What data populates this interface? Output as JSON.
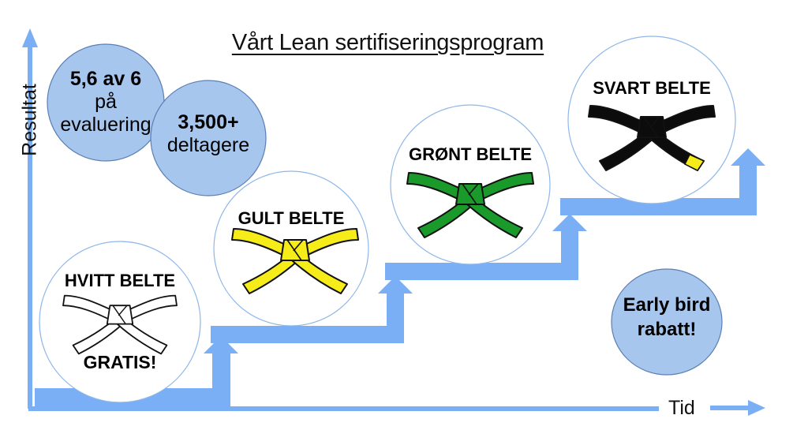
{
  "title": "Vårt Lean sertifiseringsprogram",
  "axes": {
    "y_label": "Resultat",
    "x_label": "Tid"
  },
  "stats": [
    {
      "lines": [
        "5,6 av 6",
        "på",
        "evaluering"
      ]
    },
    {
      "lines": [
        "3,500+",
        "deltagere"
      ]
    }
  ],
  "belts": [
    {
      "label": "HVITT BELTE",
      "sub": "GRATIS!",
      "color": "#ffffff"
    },
    {
      "label": "GULT BELTE",
      "color": "#f5ec19"
    },
    {
      "label": "GRØNT BELTE",
      "color": "#1b9a2c"
    },
    {
      "label": "SVART BELTE",
      "color": "#0c0c0c"
    }
  ],
  "promo": {
    "lines": [
      "Early bird",
      "rabatt!"
    ]
  },
  "colors": {
    "step": "#7aaef5",
    "circle_fill": "#ffffff",
    "circle_stroke": "#8fb7e8",
    "bubble_fill": "#a7c6ee",
    "bubble_stroke": "#5a7fb3"
  }
}
